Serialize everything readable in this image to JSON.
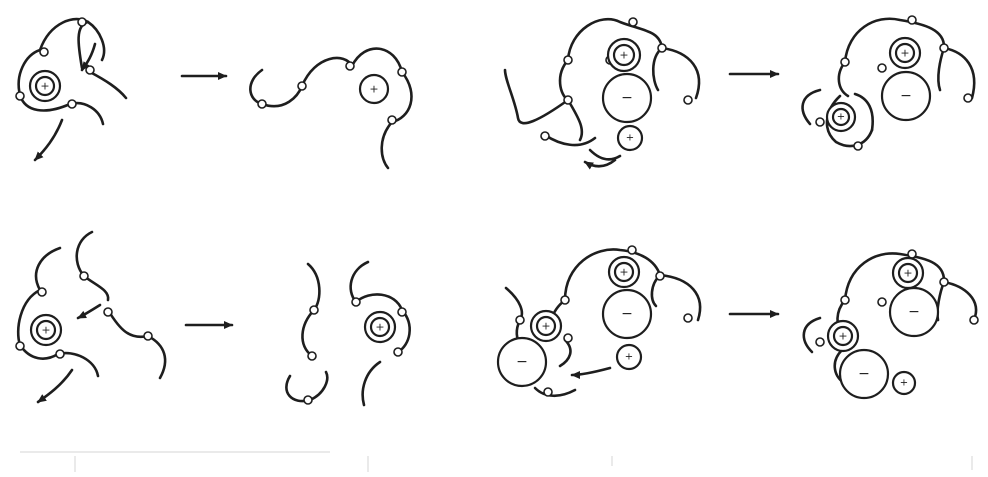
{
  "figure": {
    "symbols": {
      "plus": "+",
      "minus": "−"
    },
    "panels": [
      {
        "id": "top-left",
        "description_free": true
      },
      {
        "id": "top-right"
      },
      {
        "id": "bottom-left"
      },
      {
        "id": "bottom-right"
      }
    ]
  },
  "colors": {
    "ink": "#1e1e1e",
    "background": "#ffffff"
  }
}
